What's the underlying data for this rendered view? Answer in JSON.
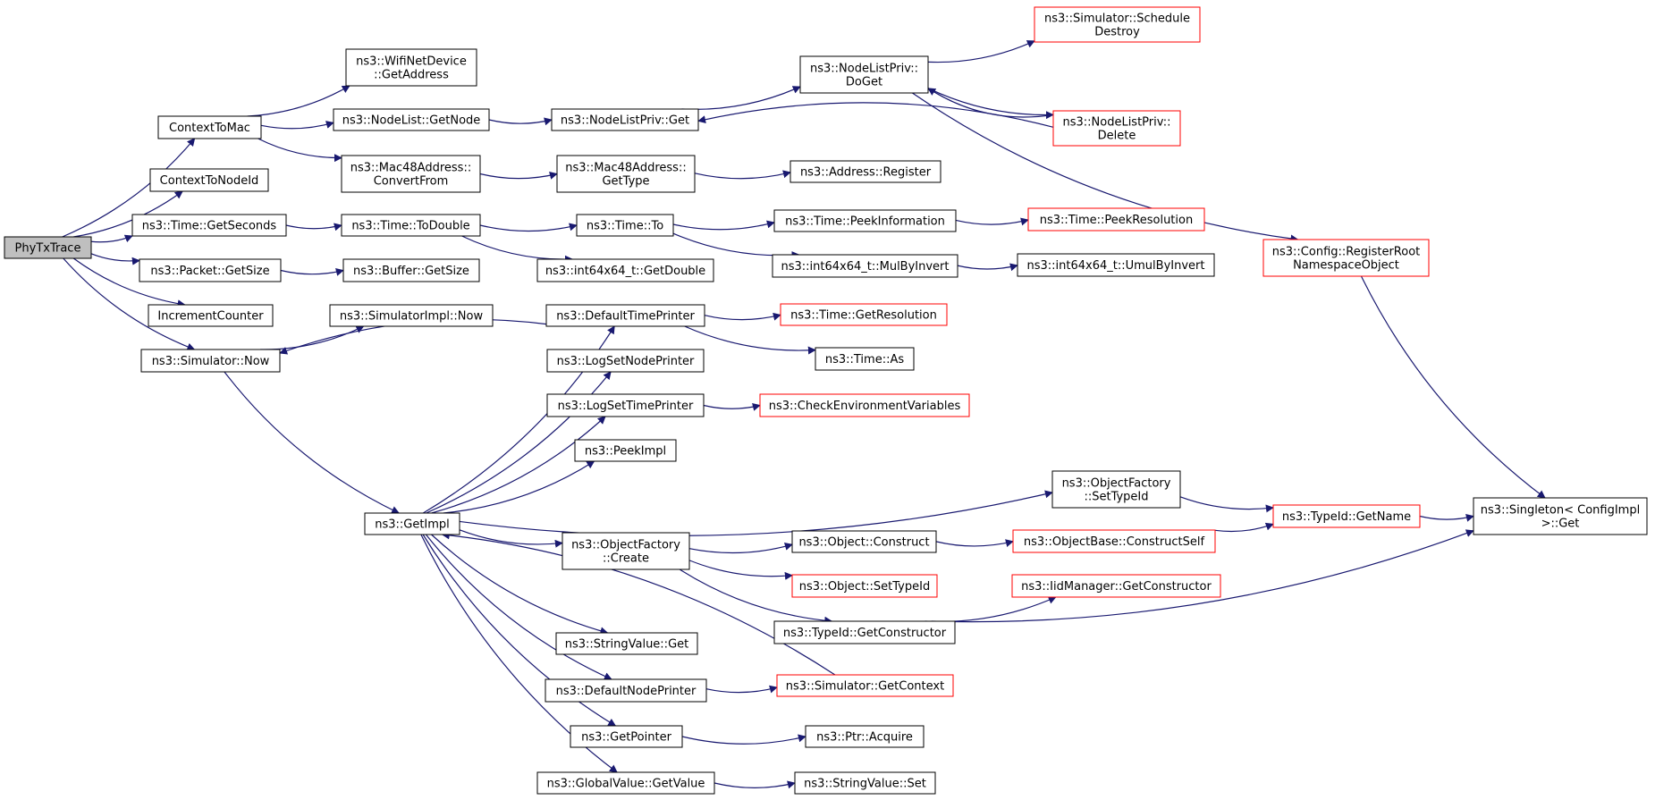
{
  "colors": {
    "edge": "#191970",
    "node_border": "#000000",
    "external_border": "#ff0000",
    "root_fill": "#bfbfbf",
    "background": "#ffffff"
  },
  "nodes": [
    {
      "id": "PhyTxTrace",
      "lines": [
        "PhyTxTrace"
      ],
      "root": true
    },
    {
      "id": "ContextToMac",
      "lines": [
        "ContextToMac"
      ]
    },
    {
      "id": "ContextToNodeId",
      "lines": [
        "ContextToNodeId"
      ]
    },
    {
      "id": "TimeGetSeconds",
      "lines": [
        "ns3::Time::GetSeconds"
      ]
    },
    {
      "id": "PacketGetSize",
      "lines": [
        "ns3::Packet::GetSize"
      ]
    },
    {
      "id": "IncrementCounter",
      "lines": [
        "IncrementCounter"
      ]
    },
    {
      "id": "SimulatorNow",
      "lines": [
        "ns3::Simulator::Now"
      ]
    },
    {
      "id": "WifiGetAddress",
      "lines": [
        "ns3::WifiNetDevice",
        "::GetAddress"
      ]
    },
    {
      "id": "NodeListGetNode",
      "lines": [
        "ns3::NodeList::GetNode"
      ]
    },
    {
      "id": "MacConvertFrom",
      "lines": [
        "ns3::Mac48Address::",
        "ConvertFrom"
      ]
    },
    {
      "id": "TimeToDouble",
      "lines": [
        "ns3::Time::ToDouble"
      ]
    },
    {
      "id": "BufferGetSize",
      "lines": [
        "ns3::Buffer::GetSize"
      ]
    },
    {
      "id": "SimImplNow",
      "lines": [
        "ns3::SimulatorImpl::Now"
      ]
    },
    {
      "id": "GetImpl",
      "lines": [
        "ns3::GetImpl"
      ]
    },
    {
      "id": "NodeListPrivGet",
      "lines": [
        "ns3::NodeListPriv::Get"
      ]
    },
    {
      "id": "MacGetType",
      "lines": [
        "ns3::Mac48Address::",
        "GetType"
      ]
    },
    {
      "id": "TimeTo",
      "lines": [
        "ns3::Time::To"
      ]
    },
    {
      "id": "Int64GetDouble",
      "lines": [
        "ns3::int64x64_t::GetDouble"
      ]
    },
    {
      "id": "DefaultTimePrinter",
      "lines": [
        "ns3::DefaultTimePrinter"
      ]
    },
    {
      "id": "LogSetNodePrinter",
      "lines": [
        "ns3::LogSetNodePrinter"
      ]
    },
    {
      "id": "LogSetTimePrinter",
      "lines": [
        "ns3::LogSetTimePrinter"
      ]
    },
    {
      "id": "PeekImpl",
      "lines": [
        "ns3::PeekImpl"
      ]
    },
    {
      "id": "ObjFactoryCreate",
      "lines": [
        "ns3::ObjectFactory",
        "::Create"
      ]
    },
    {
      "id": "StringValueGet",
      "lines": [
        "ns3::StringValue::Get"
      ]
    },
    {
      "id": "DefaultNodePrinter",
      "lines": [
        "ns3::DefaultNodePrinter"
      ]
    },
    {
      "id": "GetPointer",
      "lines": [
        "ns3::GetPointer"
      ]
    },
    {
      "id": "GlobalValueGetValue",
      "lines": [
        "ns3::GlobalValue::GetValue"
      ]
    },
    {
      "id": "NodeListPrivDoGet",
      "lines": [
        "ns3::NodeListPriv::",
        "DoGet"
      ]
    },
    {
      "id": "AddressRegister",
      "lines": [
        "ns3::Address::Register"
      ]
    },
    {
      "id": "TimePeekInformation",
      "lines": [
        "ns3::Time::PeekInformation"
      ]
    },
    {
      "id": "Int64MulByInvert",
      "lines": [
        "ns3::int64x64_t::MulByInvert"
      ]
    },
    {
      "id": "TimeGetResolution",
      "lines": [
        "ns3::Time::GetResolution"
      ],
      "external": true
    },
    {
      "id": "TimeAs",
      "lines": [
        "ns3::Time::As"
      ]
    },
    {
      "id": "CheckEnvVars",
      "lines": [
        "ns3::CheckEnvironmentVariables"
      ],
      "external": true
    },
    {
      "id": "ObjectConstruct",
      "lines": [
        "ns3::Object::Construct"
      ]
    },
    {
      "id": "ObjectSetTypeId",
      "lines": [
        "ns3::Object::SetTypeId"
      ],
      "external": true
    },
    {
      "id": "TypeIdGetConstructor",
      "lines": [
        "ns3::TypeId::GetConstructor"
      ]
    },
    {
      "id": "SimGetContext",
      "lines": [
        "ns3::Simulator::GetContext"
      ],
      "external": true
    },
    {
      "id": "PtrAcquire",
      "lines": [
        "ns3::Ptr::Acquire"
      ]
    },
    {
      "id": "StringValueSet",
      "lines": [
        "ns3::StringValue::Set"
      ]
    },
    {
      "id": "SimScheduleDestroy",
      "lines": [
        "ns3::Simulator::Schedule",
        "Destroy"
      ],
      "external": true
    },
    {
      "id": "NodeListPrivDelete",
      "lines": [
        "ns3::NodeListPriv::",
        "Delete"
      ],
      "external": true
    },
    {
      "id": "TimePeekResolution",
      "lines": [
        "ns3::Time::PeekResolution"
      ],
      "external": true
    },
    {
      "id": "Int64UmulByInvert",
      "lines": [
        "ns3::int64x64_t::UmulByInvert"
      ]
    },
    {
      "id": "ObjFactorySetTypeId",
      "lines": [
        "ns3::ObjectFactory",
        "::SetTypeId"
      ]
    },
    {
      "id": "ObjBaseConstructSelf",
      "lines": [
        "ns3::ObjectBase::ConstructSelf"
      ],
      "external": true
    },
    {
      "id": "IidMgrGetConstructor",
      "lines": [
        "ns3::IidManager::GetConstructor"
      ],
      "external": true
    },
    {
      "id": "ConfigRegisterRoot",
      "lines": [
        "ns3::Config::RegisterRoot",
        "NamespaceObject"
      ],
      "external": true
    },
    {
      "id": "TypeIdGetName",
      "lines": [
        "ns3::TypeId::GetName"
      ],
      "external": true
    },
    {
      "id": "SingletonGet",
      "lines": [
        "ns3::Singleton< ConfigImpl",
        ">::Get"
      ]
    }
  ],
  "edges": [
    [
      "PhyTxTrace",
      "ContextToMac"
    ],
    [
      "PhyTxTrace",
      "ContextToNodeId"
    ],
    [
      "PhyTxTrace",
      "TimeGetSeconds"
    ],
    [
      "PhyTxTrace",
      "PacketGetSize"
    ],
    [
      "PhyTxTrace",
      "IncrementCounter"
    ],
    [
      "PhyTxTrace",
      "SimulatorNow"
    ],
    [
      "ContextToMac",
      "WifiGetAddress"
    ],
    [
      "ContextToMac",
      "NodeListGetNode"
    ],
    [
      "ContextToMac",
      "MacConvertFrom"
    ],
    [
      "NodeListGetNode",
      "NodeListPrivGet"
    ],
    [
      "NodeListPrivGet",
      "NodeListPrivDoGet"
    ],
    [
      "NodeListPrivDoGet",
      "SimScheduleDestroy"
    ],
    [
      "NodeListPrivDoGet",
      "NodeListPrivDelete"
    ],
    [
      "NodeListPrivDoGet",
      "ConfigRegisterRoot"
    ],
    [
      "NodeListPrivDelete",
      "NodeListPrivDoGet"
    ],
    [
      "NodeListPrivDelete",
      "NodeListPrivGet"
    ],
    [
      "MacConvertFrom",
      "MacGetType"
    ],
    [
      "MacGetType",
      "AddressRegister"
    ],
    [
      "TimeGetSeconds",
      "TimeToDouble"
    ],
    [
      "TimeToDouble",
      "TimeTo"
    ],
    [
      "TimeToDouble",
      "Int64GetDouble"
    ],
    [
      "TimeTo",
      "TimePeekInformation"
    ],
    [
      "TimeTo",
      "Int64MulByInvert"
    ],
    [
      "TimePeekInformation",
      "TimePeekResolution"
    ],
    [
      "Int64MulByInvert",
      "Int64UmulByInvert"
    ],
    [
      "PacketGetSize",
      "BufferGetSize"
    ],
    [
      "SimulatorNow",
      "SimImplNow"
    ],
    [
      "SimulatorNow",
      "GetImpl"
    ],
    [
      "DefaultTimePrinter",
      "SimulatorNow"
    ],
    [
      "DefaultTimePrinter",
      "TimeGetResolution"
    ],
    [
      "DefaultTimePrinter",
      "TimeAs"
    ],
    [
      "GetImpl",
      "DefaultTimePrinter"
    ],
    [
      "GetImpl",
      "LogSetNodePrinter"
    ],
    [
      "GetImpl",
      "LogSetTimePrinter"
    ],
    [
      "GetImpl",
      "PeekImpl"
    ],
    [
      "GetImpl",
      "ObjFactorySetTypeId"
    ],
    [
      "GetImpl",
      "ObjFactoryCreate"
    ],
    [
      "GetImpl",
      "StringValueGet"
    ],
    [
      "GetImpl",
      "DefaultNodePrinter"
    ],
    [
      "GetImpl",
      "GetPointer"
    ],
    [
      "GetImpl",
      "GlobalValueGetValue"
    ],
    [
      "LogSetTimePrinter",
      "CheckEnvVars"
    ],
    [
      "ObjFactoryCreate",
      "ObjectConstruct"
    ],
    [
      "ObjFactoryCreate",
      "ObjectSetTypeId"
    ],
    [
      "ObjFactoryCreate",
      "TypeIdGetConstructor"
    ],
    [
      "ObjectConstruct",
      "ObjBaseConstructSelf"
    ],
    [
      "ObjBaseConstructSelf",
      "TypeIdGetName"
    ],
    [
      "ObjFactorySetTypeId",
      "TypeIdGetName"
    ],
    [
      "TypeIdGetName",
      "SingletonGet"
    ],
    [
      "TypeIdGetConstructor",
      "IidMgrGetConstructor"
    ],
    [
      "TypeIdGetConstructor",
      "SingletonGet"
    ],
    [
      "ConfigRegisterRoot",
      "SingletonGet"
    ],
    [
      "DefaultNodePrinter",
      "SimGetContext"
    ],
    [
      "SimGetContext",
      "GetImpl"
    ],
    [
      "GetPointer",
      "PtrAcquire"
    ],
    [
      "GlobalValueGetValue",
      "StringValueSet"
    ]
  ]
}
